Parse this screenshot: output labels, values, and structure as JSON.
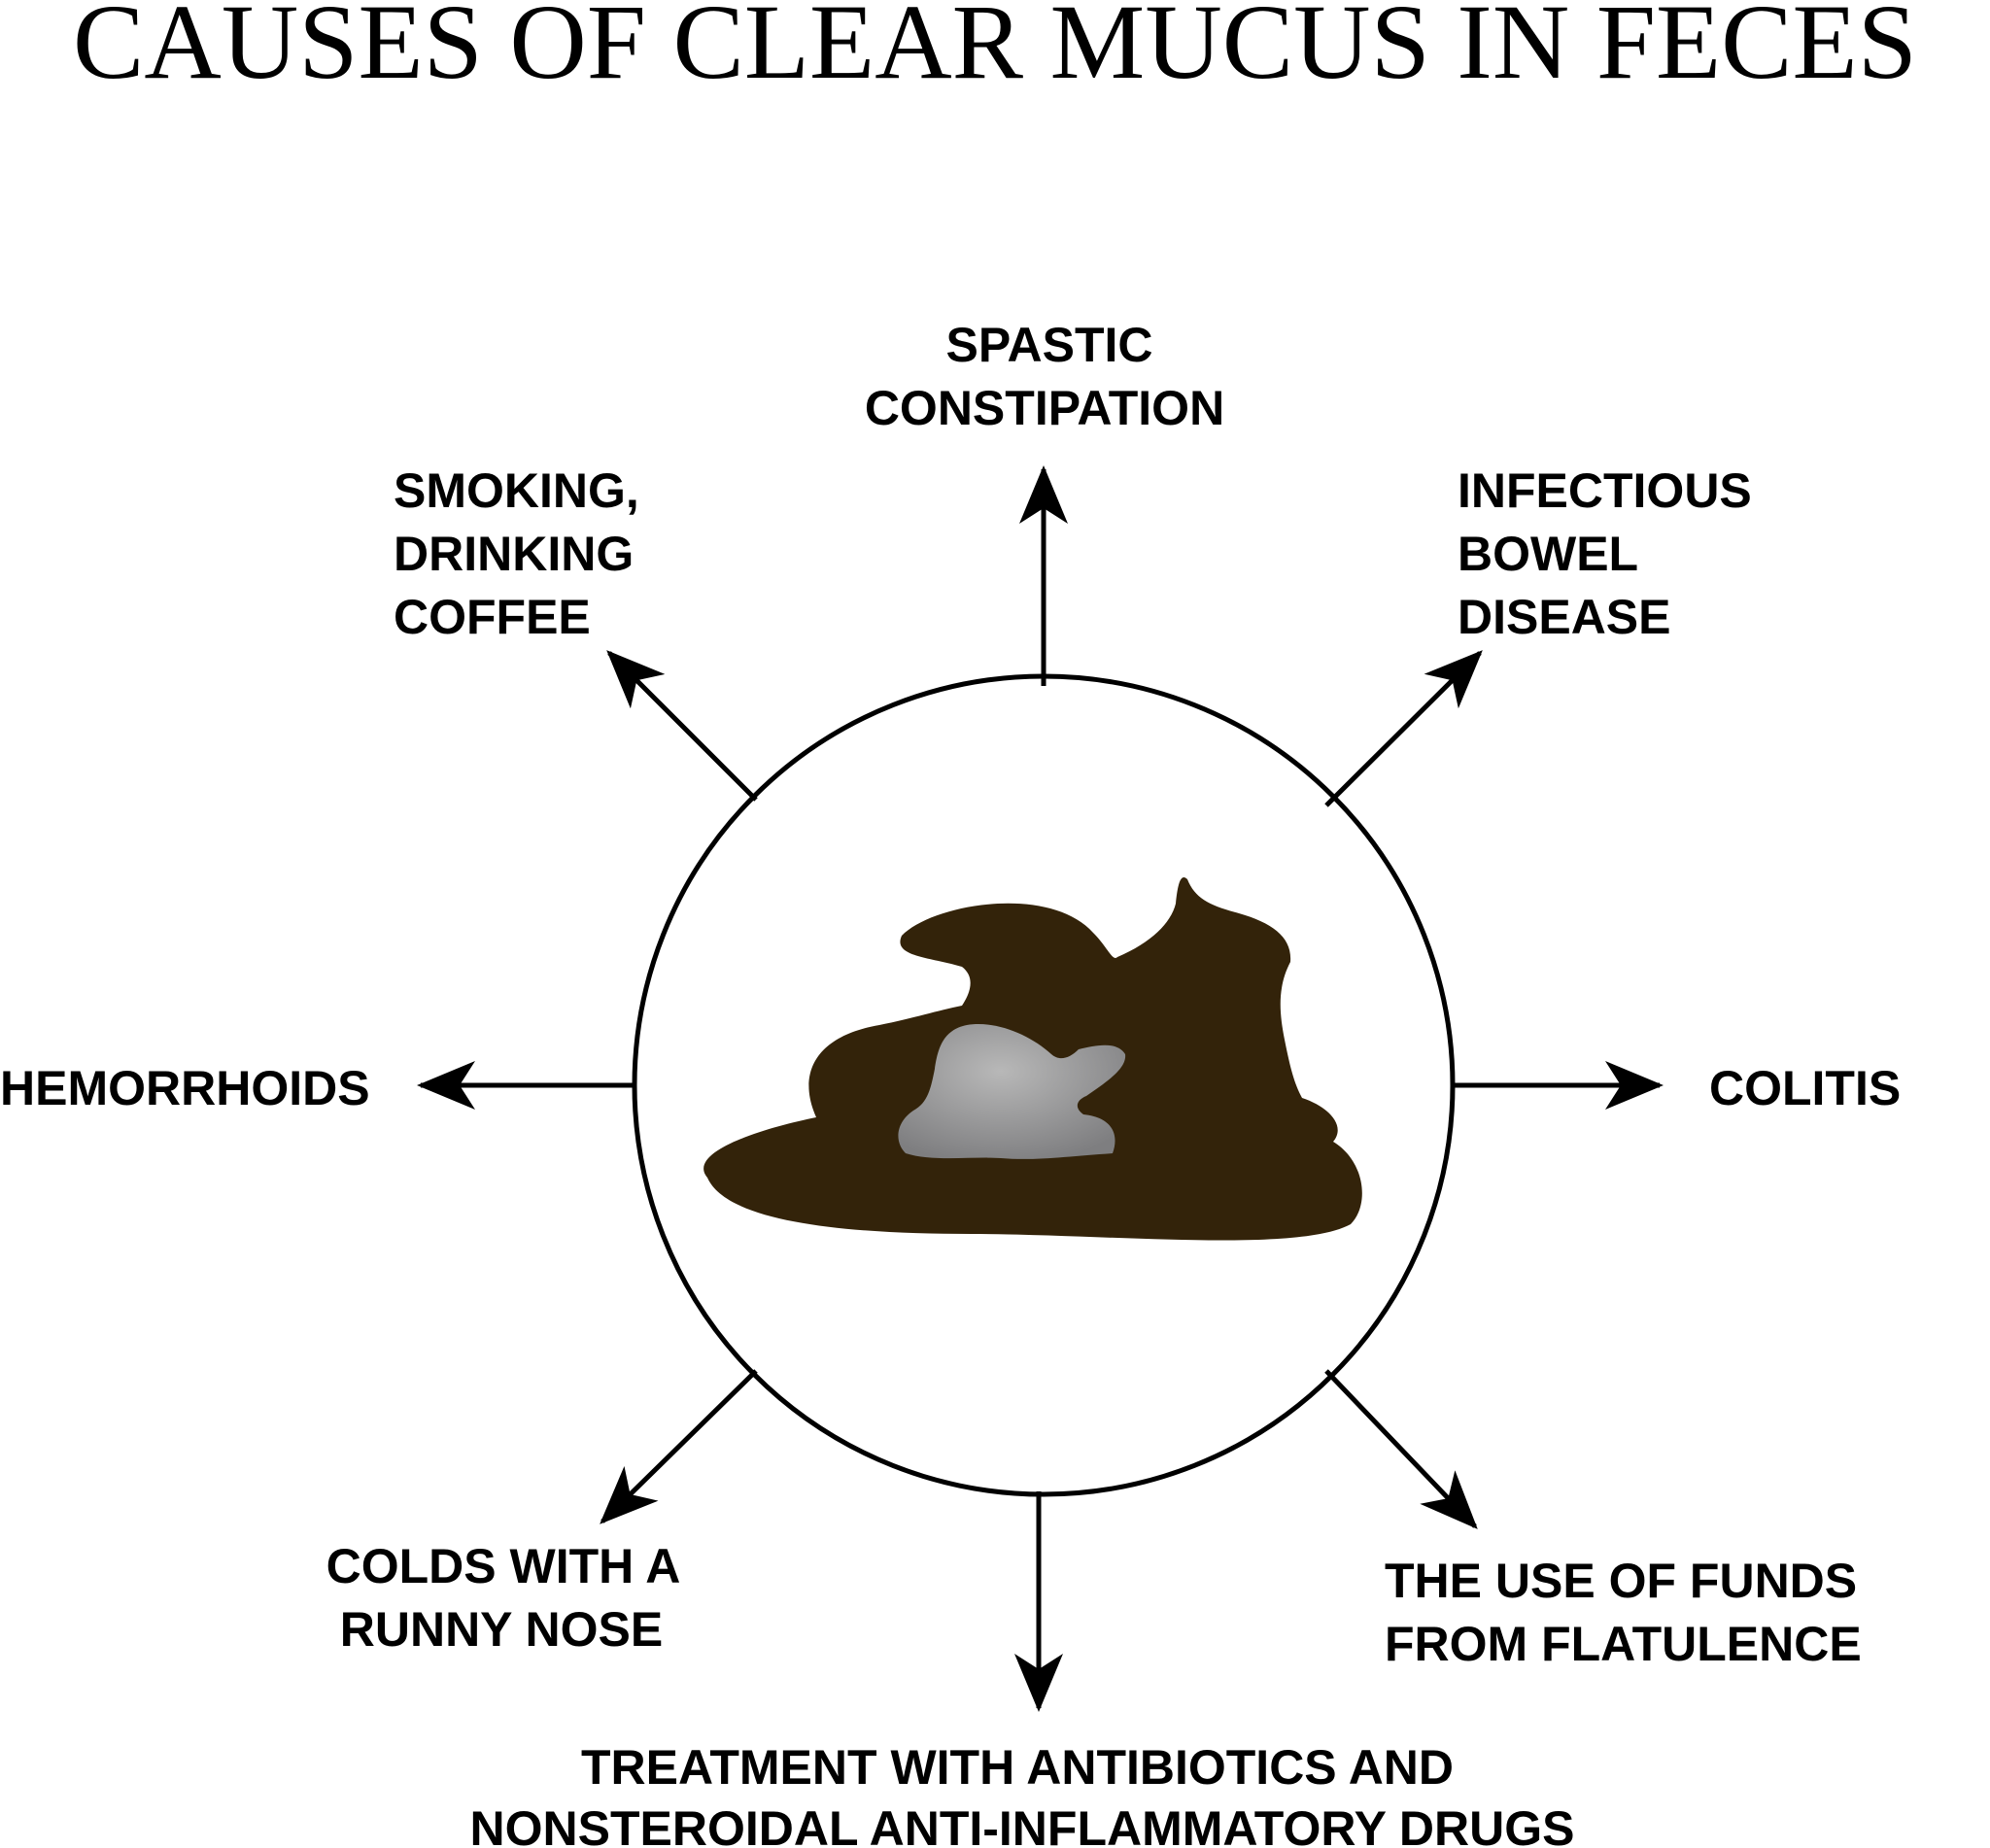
{
  "title": "CAUSES OF CLEAR MUCUS IN FECES",
  "colors": {
    "ink": "#000000",
    "feces": "#33230a",
    "mucus_light": "#b8b8b8",
    "mucus_dark": "#7e7e80",
    "background": "#ffffff"
  },
  "center_icon": "feces-with-mucus-icon",
  "causes": {
    "top": [
      "SPASTIC",
      "CONSTIPATION"
    ],
    "top_left": [
      "SMOKING,",
      "DRINKING",
      "COFFEE"
    ],
    "top_right": [
      "INFECTIOUS",
      "BOWEL",
      "DISEASE"
    ],
    "left": [
      "HEMORRHOIDS"
    ],
    "right": [
      "COLITIS"
    ],
    "bottom_left": [
      "COLDS WITH A",
      "RUNNY NOSE"
    ],
    "bottom_right": [
      "THE USE OF FUNDS",
      "FROM FLATULENCE"
    ],
    "bottom": [
      "TREATMENT WITH ANTIBIOTICS AND",
      "NONSTEROIDAL ANTI-INFLAMMATORY DRUGS"
    ]
  }
}
